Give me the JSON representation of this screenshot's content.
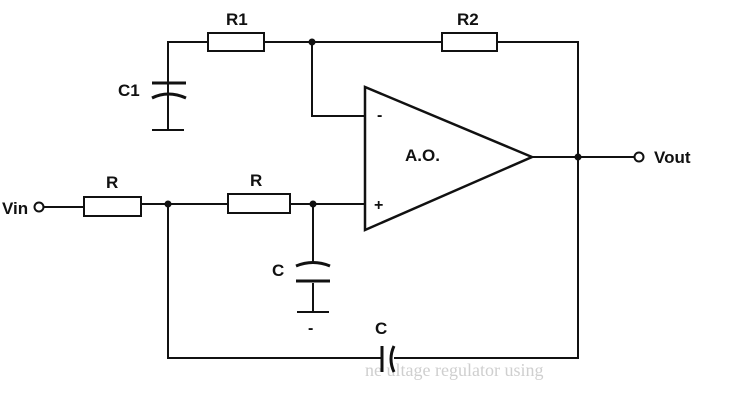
{
  "labels": {
    "r1": "R1",
    "r2": "R2",
    "c1": "C1",
    "r_in": "R",
    "r_mid": "R",
    "c_shunt": "C",
    "c_feedback": "C",
    "opamp": "A.O.",
    "vin": "Vin",
    "vout": "Vout",
    "minus": "-",
    "plus": "+",
    "ground_mark": "-"
  },
  "background_text": "ne ultage regulator using",
  "colors": {
    "line": "#111111",
    "background": "#ffffff",
    "faint_text": "#cfcfcf"
  }
}
